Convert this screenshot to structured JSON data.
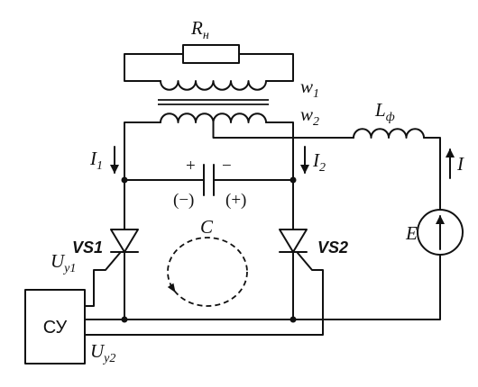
{
  "labels": {
    "load_resistor": {
      "symbol": "R",
      "subscript": "н"
    },
    "winding_primary": {
      "symbol": "w",
      "subscript": "1"
    },
    "winding_secondary": {
      "symbol": "w",
      "subscript": "2"
    },
    "filter_inductor": {
      "symbol": "L",
      "subscript": "ф"
    },
    "current_left": {
      "symbol": "I",
      "subscript": "1"
    },
    "current_right": {
      "symbol": "I",
      "subscript": "2"
    },
    "current_supply": "I",
    "capacitor_symbol": "C",
    "capacitor_polarity": {
      "plus": "+",
      "minus": "−",
      "minus_alt": "(−)",
      "plus_alt": "(+)"
    },
    "thyristor_left": "VS1",
    "thyristor_right": "VS2",
    "voltage_source": "E",
    "gate_signal_1": {
      "symbol": "U",
      "subscript": "у1"
    },
    "gate_signal_2": {
      "symbol": "U",
      "subscript": "у2"
    },
    "control_unit": "СУ"
  },
  "colors": {
    "line": "#111111",
    "background": "#ffffff"
  }
}
